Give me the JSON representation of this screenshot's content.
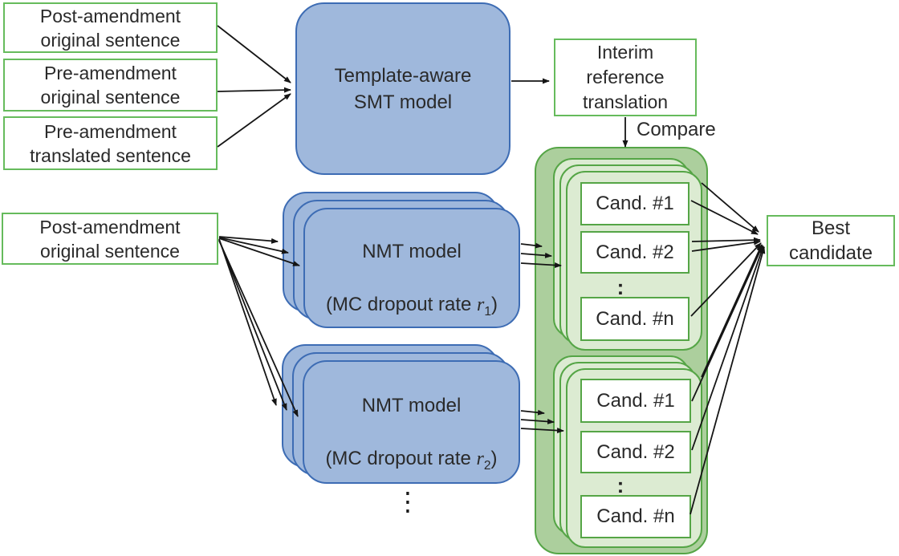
{
  "figure": {
    "description": "Translation pipeline diagram: SMT and MC-dropout NMT models produce candidate translations compared against an interim reference to pick the best candidate"
  },
  "colors": {
    "model_fill": "#9FB8DC",
    "model_border": "#3D6CB4",
    "candidates_container_fill": "#ACCF9D",
    "candidates_layer_fill": "#DCEBD2",
    "green_border": "#55A546",
    "input_box_border": "#66BB5C",
    "arrow": "#151515",
    "text": "#2A2A2A"
  },
  "nodes": {
    "input_post_top": "Post-amendment\noriginal sentence",
    "input_pre_original": "Pre-amendment\noriginal sentence",
    "input_pre_translated": "Pre-amendment\ntranslated sentence",
    "input_post_mid": "Post-amendment\noriginal sentence",
    "smt": "Template-aware\nSMT model",
    "interim": "Interim\nreference\ntranslation",
    "compare_label": "Compare",
    "nmt1": {
      "line1": "NMT model",
      "pre": "(MC dropout rate ",
      "var": "r",
      "sub": "1",
      "post": ")"
    },
    "nmt2": {
      "line1": "NMT model",
      "pre": "(MC dropout rate ",
      "var": "r",
      "sub": "2",
      "post": ")"
    },
    "more_models_ellipsis": "⋮",
    "best": "Best\ncandidate"
  },
  "candidate_stacks": [
    {
      "name": "candidates-from-r1",
      "items": [
        "Cand. #1",
        "Cand. #2",
        ":",
        "Cand. #n"
      ]
    },
    {
      "name": "candidates-from-r2",
      "items": [
        "Cand. #1",
        "Cand. #2",
        ":",
        "Cand. #n"
      ]
    }
  ]
}
